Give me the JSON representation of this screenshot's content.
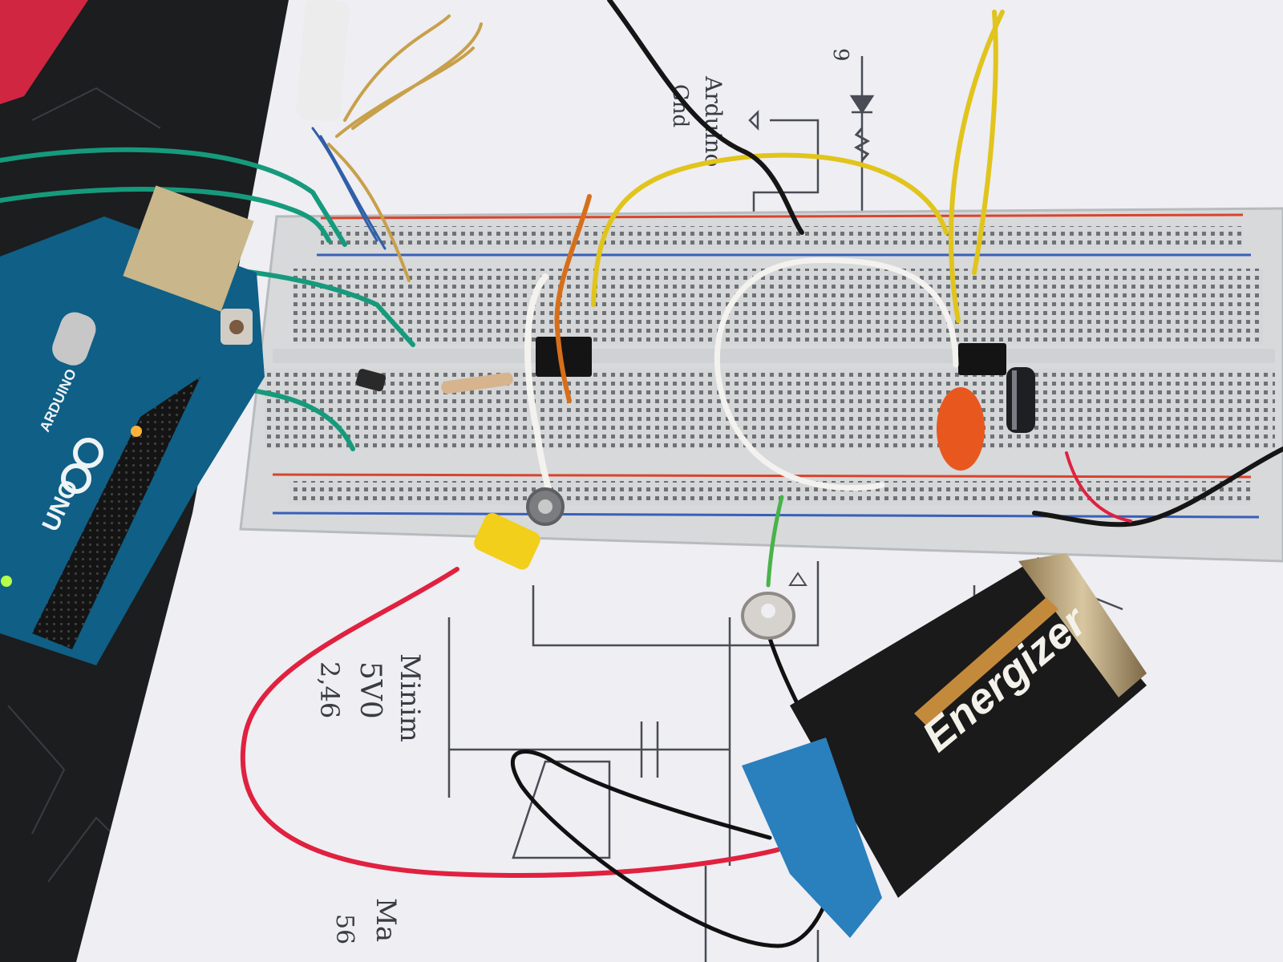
{
  "colors": {
    "table": "#1b1d1f",
    "paper": "#eeeef3",
    "ink": "#3f414a",
    "board": "#d9dbdc",
    "rail_red": "#d9442c",
    "rail_blue": "#3a5fb8",
    "arduino": "#0f5f86",
    "wire_green": "#169a7c",
    "wire_yellow": "#e1c41c",
    "wire_red": "#e0213f",
    "wire_black": "#111111",
    "wire_white": "#f4f2ee",
    "wire_orange": "#d66f1a",
    "battery_black": "#1a1a1a",
    "battery_copper": "#c48a3c",
    "battery_blue": "#2a7fbd",
    "cap_orange": "#e8581e"
  },
  "notes": {
    "pin": "9",
    "arduino": "Arduino",
    "gnd": "Gnd",
    "min": "Minim",
    "v1": "5V0",
    "v2": "2,46",
    "mx": "Ma",
    "mxv": "56"
  },
  "arduino": {
    "brand": "ARDUINO",
    "model": "UNO"
  },
  "battery": {
    "brand": "Energizer"
  },
  "icons": [
    "arduino-infinity-logo-icon",
    "led-symbol-icon",
    "resistor-symbol-icon",
    "ground-symbol-icon"
  ]
}
